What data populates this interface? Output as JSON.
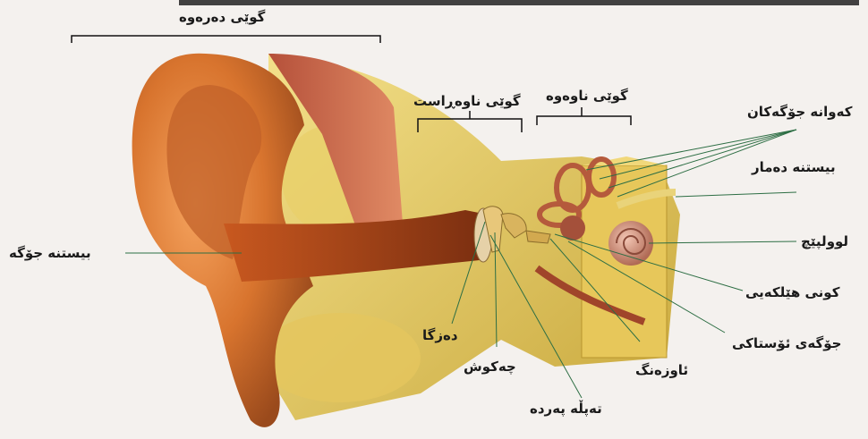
{
  "diagram": {
    "sections": {
      "outer_ear": "گوێی دەرەوە",
      "middle_ear": "گوێی ناوەڕاست",
      "inner_ear": "گوێی ناوەوە"
    },
    "parts": {
      "ear_canal": "بیستنە جۆگە",
      "semicircular_canals": "کەوانە جۆگەکان",
      "auditory_nerve": "بیستنە دەمار",
      "cochlea": "لوولپێچ",
      "oval_window": "کونی هێلکەیی",
      "eustachian_tube": "جۆگەی ئۆستاکی",
      "stirrup": "ئاوزەنگ",
      "eardrum": "تەپڵە پەردە",
      "hammer": "چەکوش",
      "anvil": "دەزگا"
    }
  }
}
